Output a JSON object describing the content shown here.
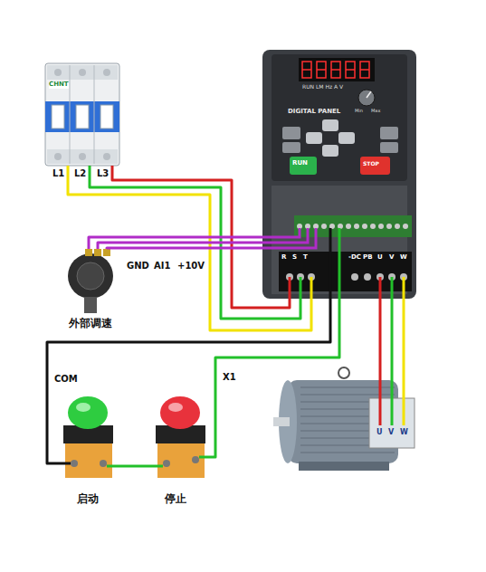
{
  "diagram": {
    "nodes": [
      {
        "text": [
          "CHNT"
        ]
      },
      {
        "text": [
          "RUN LM Hz A V",
          "Min",
          "Max",
          "DIGITAL PANEL",
          "RUN",
          "STOP",
          "R",
          "S",
          "T",
          "-DC",
          "PB",
          "U",
          "V",
          "W"
        ]
      },
      {
        "text": [
          "外部调速"
        ]
      },
      {
        "text": [
          "启动"
        ]
      },
      {
        "text": [
          "停止"
        ]
      },
      {
        "text": [
          "U",
          "V",
          "W"
        ]
      }
    ],
    "edges": [
      {
        "from": 0,
        "to": 1,
        "arrow": "none"
      },
      {
        "from": 0,
        "to": 1,
        "arrow": "none"
      },
      {
        "from": 0,
        "to": 1,
        "arrow": "none"
      },
      {
        "from": 2,
        "to": 1,
        "arrow": "none"
      },
      {
        "from": 2,
        "to": 1,
        "arrow": "none"
      },
      {
        "from": 2,
        "to": 1,
        "arrow": "none"
      },
      {
        "from": 3,
        "to": 1,
        "label": "COM",
        "arrow": "none"
      },
      {
        "from": 3,
        "to": 4,
        "arrow": "none"
      },
      {
        "from": 4,
        "to": 1,
        "label": "X1",
        "arrow": "none"
      },
      {
        "from": 1,
        "to": 5,
        "arrow": "none"
      },
      {
        "from": 1,
        "to": 5,
        "arrow": "none"
      },
      {
        "from": 1,
        "to": 5,
        "arrow": "none"
      }
    ],
    "labels": [
      "L1",
      "L2",
      "L3",
      "GND",
      "AI1",
      "+10V"
    ]
  }
}
